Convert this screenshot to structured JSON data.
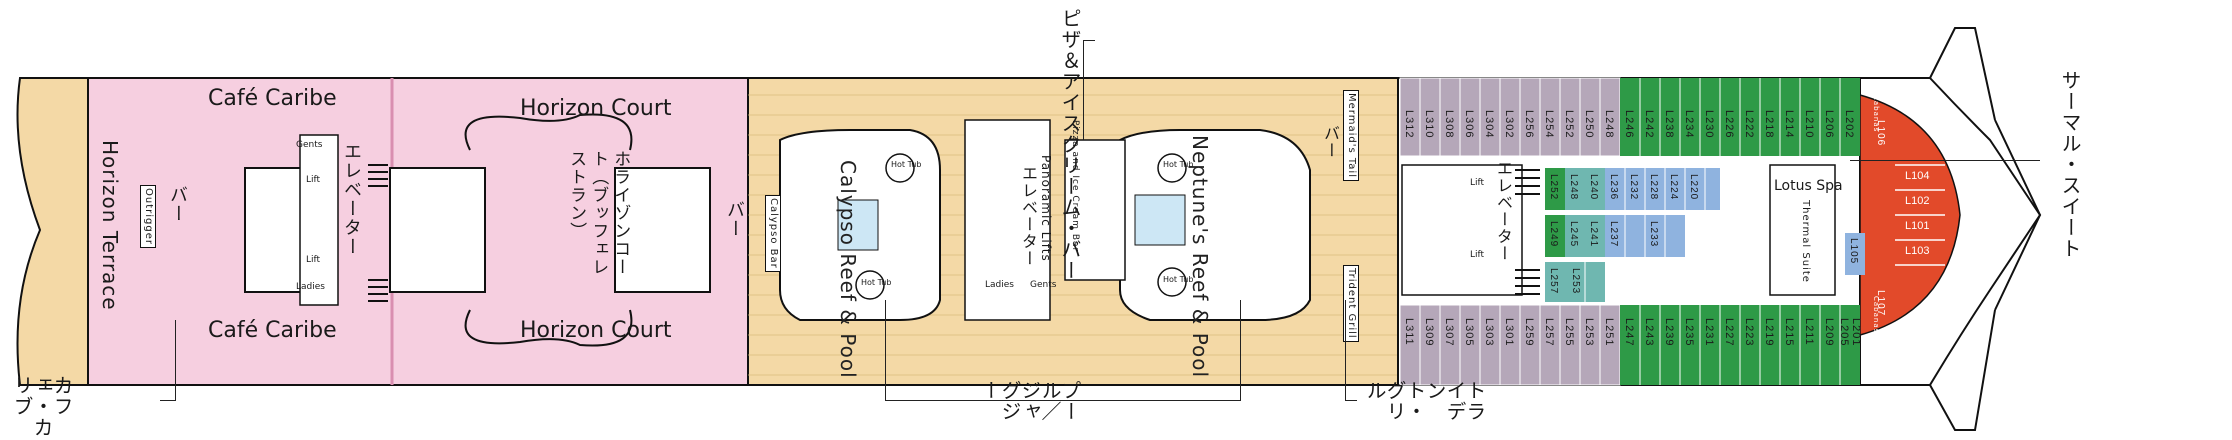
{
  "colors": {
    "hull": "#111111",
    "deck_wood": "#f4d9a6",
    "cafe_pink": "#f6cfe0",
    "cabin_purple": "#b5a7b9",
    "cabin_green": "#2e9a47",
    "cabin_teal": "#6fb7b0",
    "cabin_blue": "#8fb3df",
    "suite_red": "#e24a2a",
    "pool_blue": "#cde7f5"
  },
  "venues": {
    "cafe_caribe_top": "Café Caribe",
    "cafe_caribe_bottom": "Café Caribe",
    "horizon_court_top": "Horizon Court",
    "horizon_court_bottom": "Horizon Court",
    "horizon_terrace": "Horizon Terrace",
    "outrigger": "Outrigger",
    "calypso_bar": "Calypso Bar",
    "calypso_pool": "Calypso Reef & Pool",
    "neptunes_pool": "Neptune's Reef & Pool",
    "mermaids_tail": "Mermaid's Tail",
    "trident_grill": "Trident Grill",
    "pizza_bar": "Pizza and Ice Cream Bar",
    "panoramic_lifts": "Panoramic Lifts",
    "lotus_spa": "Lotus Spa",
    "thermal_suite": "Thermal Suite",
    "hot_tub": "Hot Tub",
    "gents": "Gents",
    "ladies": "Ladies",
    "lift": "Lift",
    "cabanas": "Cabanas"
  },
  "jp_labels": {
    "bar": "バー",
    "elevator": "エレベーター",
    "horizon_court_jp": "ホライゾンコート（ブッフェレストラン）",
    "pizza_jp": "ピザ＆アイスクリーム・バー",
    "thermal_jp": "サーマル・スイート",
    "cafe_caribe_jp": "カフェ・カリブ",
    "pool_jp": "プール／ジャグジー",
    "trident_jp": "トライデント・グリル"
  },
  "cabins": {
    "purple_top": [
      "L312",
      "L310",
      "L308",
      "L306",
      "L304",
      "L302",
      "L256",
      "L254",
      "L252",
      "L250",
      "L248"
    ],
    "purple_bottom": [
      "L311",
      "L309",
      "L307",
      "L305",
      "L303",
      "L301",
      "L259",
      "L257",
      "L255",
      "L253",
      "L251"
    ],
    "green_top": [
      "L246",
      "L242",
      "L238",
      "L234",
      "L230",
      "L226",
      "L222",
      "L218",
      "L214",
      "L210",
      "L206",
      "L202"
    ],
    "green_bottom": [
      "L247",
      "L243",
      "L239",
      "L235",
      "L231",
      "L227",
      "L223",
      "L219",
      "L215",
      "L211",
      "L209",
      "L205",
      "L201"
    ],
    "inner_row1": [
      "L252",
      "L248",
      "L240",
      "L236",
      "L232",
      "L228",
      "L224",
      "L220"
    ],
    "inner_row2": [
      "L249",
      "L245",
      "L241",
      "L237",
      "L233"
    ],
    "inner_row3": [
      "L257",
      "L253"
    ],
    "suites": [
      "L106",
      "L104",
      "L102",
      "L101",
      "L103",
      "L105",
      "L107"
    ]
  }
}
